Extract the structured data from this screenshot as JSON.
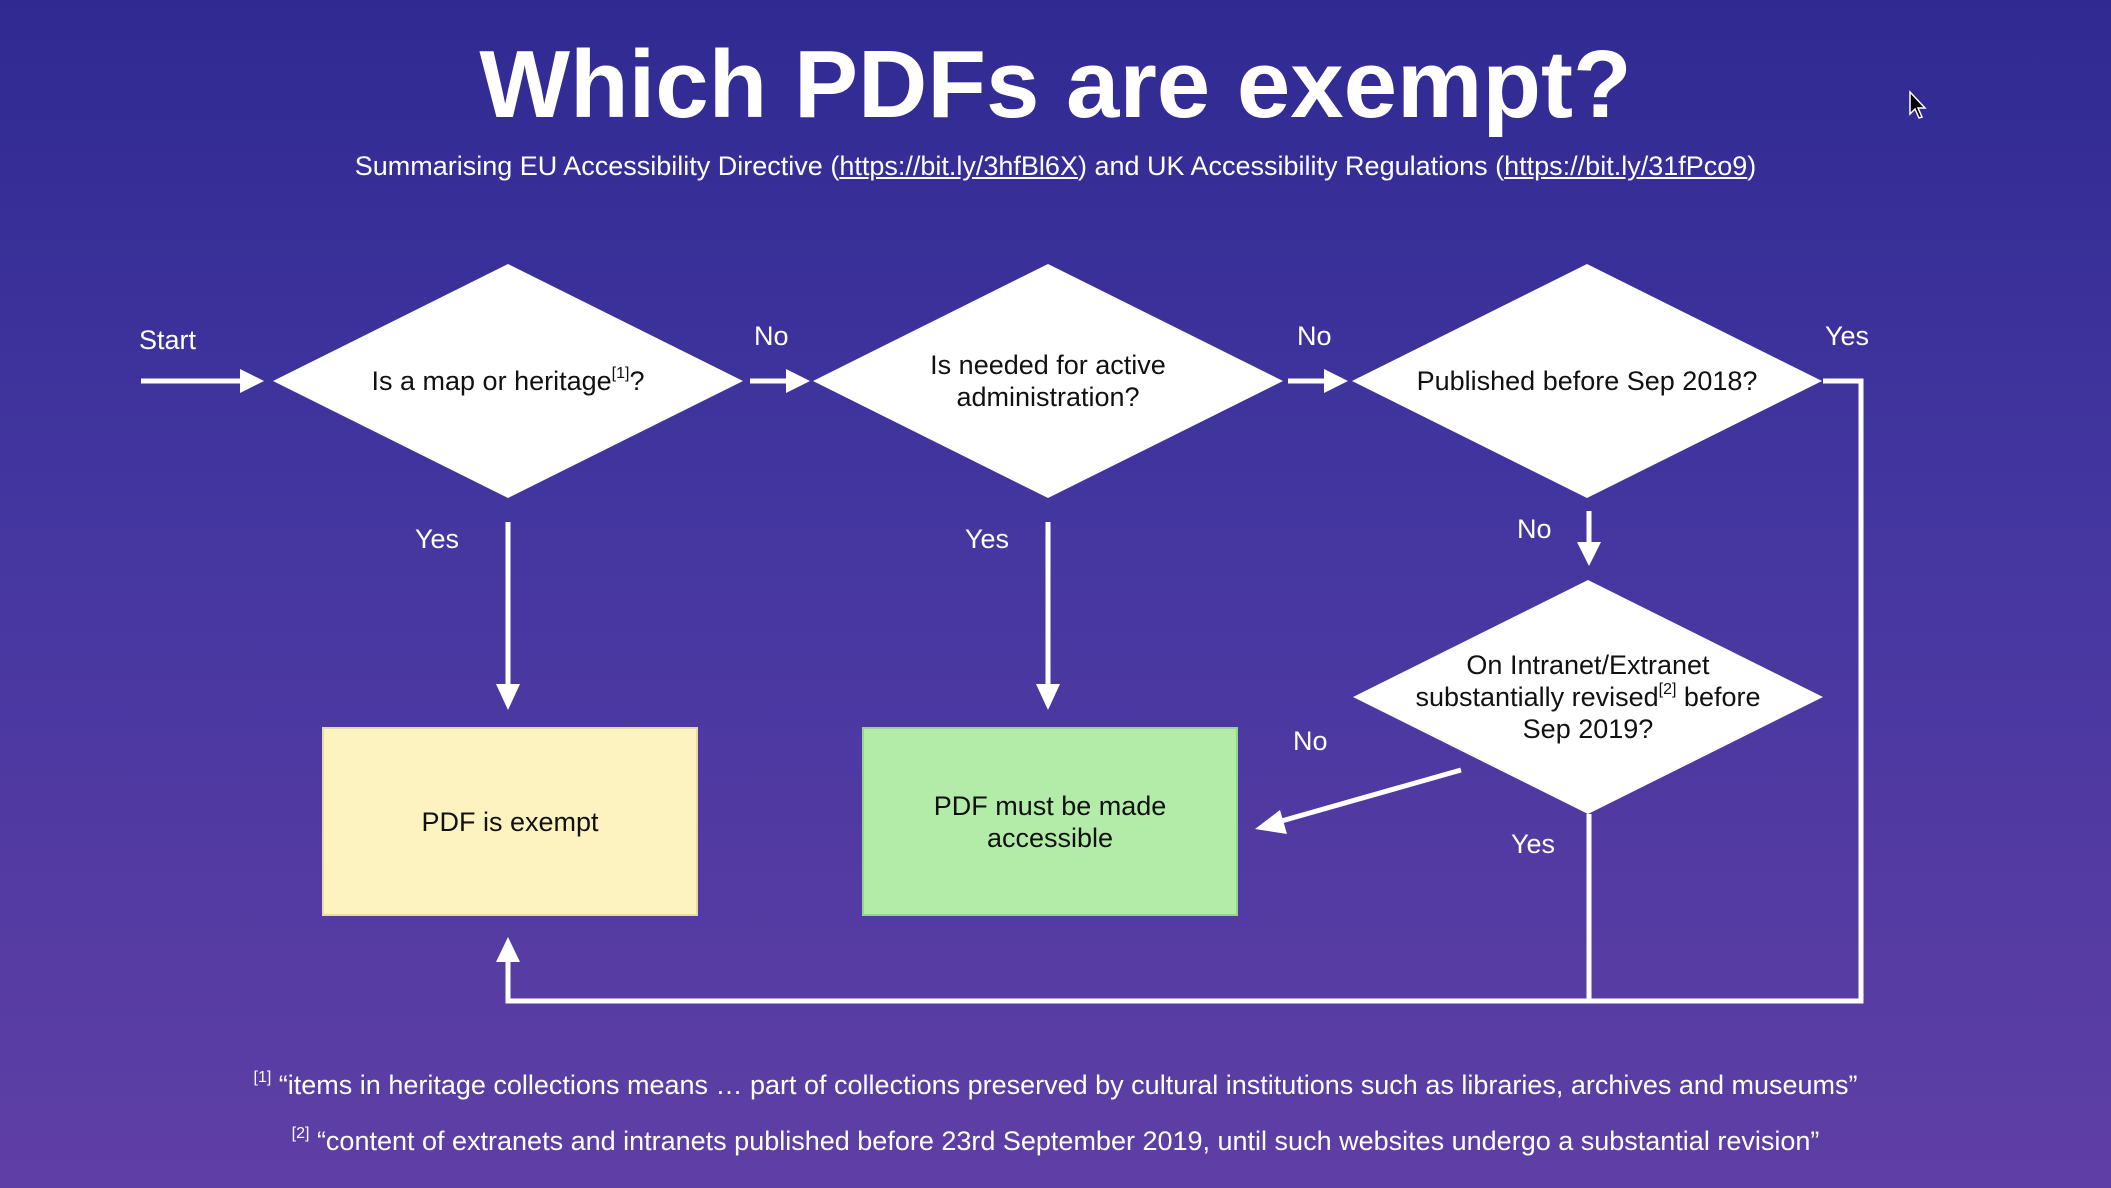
{
  "title": "Which PDFs are exempt?",
  "subtitle": {
    "prefix": "Summarising EU Accessibility Directive (",
    "link1": "https://bit.ly/3hfBl6X",
    "middle": ") and UK Accessibility Regulations (",
    "link2": "https://bit.ly/31fPco9",
    "suffix": ")"
  },
  "labels": {
    "start": "Start",
    "no1": "No",
    "no2": "No",
    "yes_top_right": "Yes",
    "yes1": "Yes",
    "yes2": "Yes",
    "no3": "No",
    "no4": "No",
    "yes4": "Yes"
  },
  "nodes": {
    "q1": {
      "text": "Is a map or heritage",
      "sup": "[1]",
      "tail": "?"
    },
    "q2": {
      "line1": "Is needed for active",
      "line2": "administration?"
    },
    "q3": {
      "text": "Published before Sep 2018?"
    },
    "q4": {
      "line1": "On Intranet/Extranet",
      "line2a": "substantially revised",
      "sup": "[2]",
      "line2b": " before",
      "line3": "Sep 2019?"
    },
    "exempt": {
      "text": "PDF is exempt"
    },
    "accessible": {
      "line1": "PDF must be made",
      "line2": "accessible"
    }
  },
  "footnotes": [
    {
      "marker": "[1]",
      "text": " “items in heritage collections means … part of collections preserved by cultural institutions such as libraries, archives and museums”"
    },
    {
      "marker": "[2]",
      "text": " “content of extranets and intranets published before 23rd September 2019, until such websites undergo a substantial revision”"
    }
  ],
  "colors": {
    "background_top": "#2f2a92",
    "background_bottom": "#5f3fa5",
    "exempt_fill": "#fdf3c0",
    "accessible_fill": "#b3eba8",
    "decision_fill": "#ffffff"
  }
}
